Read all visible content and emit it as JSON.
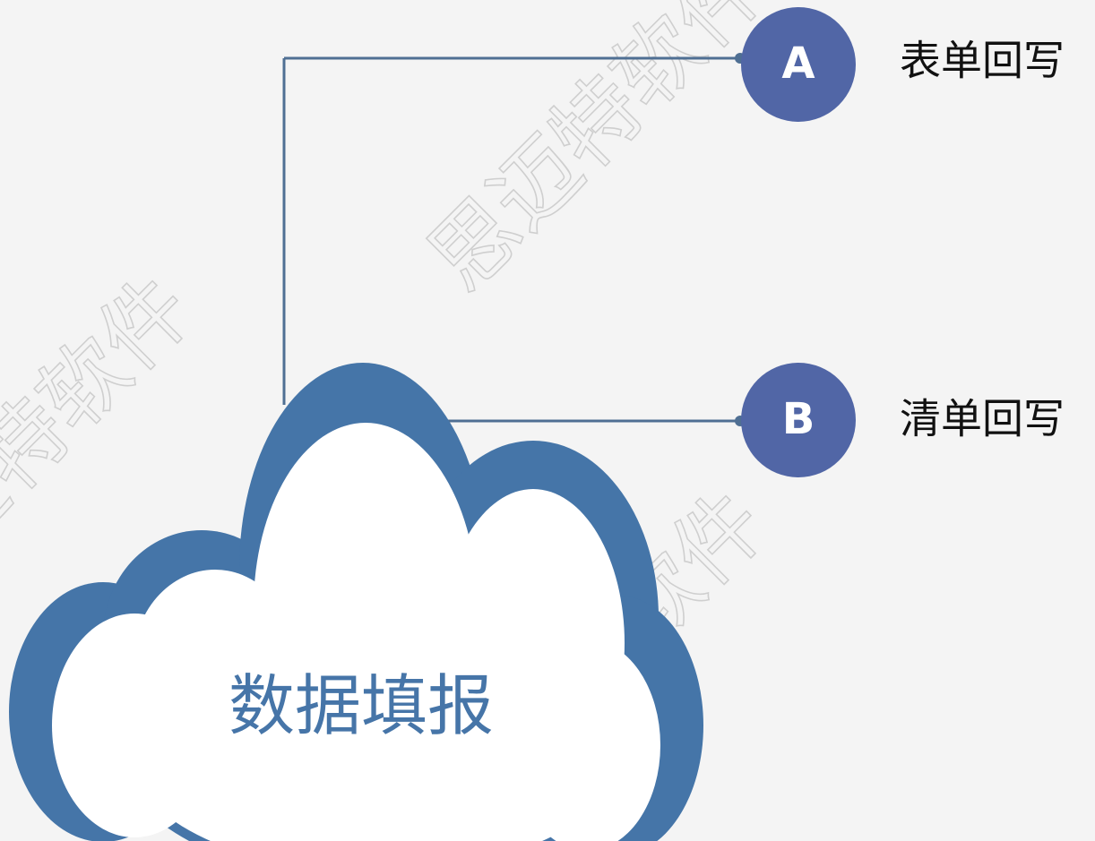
{
  "diagram": {
    "center": {
      "label": "数据填报"
    },
    "nodes": [
      {
        "letter": "A",
        "label": "表单回写"
      },
      {
        "letter": "B",
        "label": "清单回写"
      }
    ],
    "watermark": {
      "text": "思迈特软件"
    },
    "colors": {
      "background": "#f4f4f4",
      "cloud_outer": "#4575a8",
      "cloud_inner": "#ffffff",
      "node_fill": "#5166a6",
      "connector": "#4f6f93",
      "center_text": "#4675a8",
      "label_text": "#111111",
      "watermark": "#cfcfcf"
    }
  }
}
